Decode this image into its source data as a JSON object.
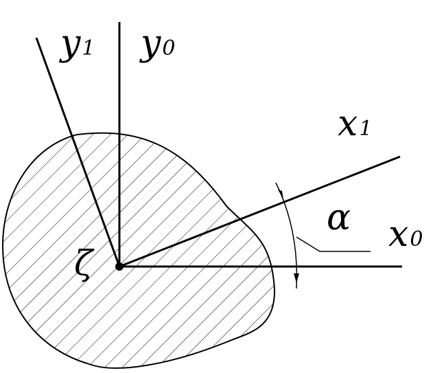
{
  "figure": {
    "center_label": "ζ",
    "angle_label": "α",
    "axes": {
      "y1": {
        "letter": "y",
        "subscript": "1"
      },
      "y0": {
        "letter": "y",
        "subscript": "0"
      },
      "x1": {
        "letter": "x",
        "subscript": "1"
      },
      "x0": {
        "letter": "x",
        "subscript": "0"
      }
    },
    "colors": {
      "stroke": "#000000",
      "background": "#ffffff"
    }
  }
}
